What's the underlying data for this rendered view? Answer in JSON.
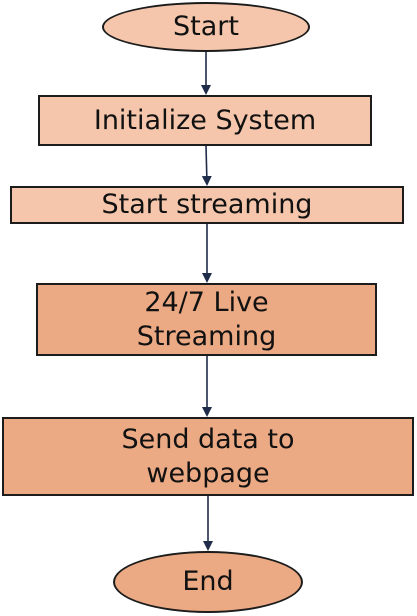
{
  "nodes": {
    "start": "Start",
    "initialize": "Initialize System",
    "start_streaming": "Start streaming",
    "live_streaming": "24/7 Live\nStreaming",
    "send_data": "Send data to\nwebpage",
    "end": "End"
  },
  "colors": {
    "terminal_light": "#f5c6ab",
    "process_light": "#f5c6ab",
    "process_mid": "#eba984",
    "terminal_mid": "#eba984",
    "border": "#1c1c1c",
    "arrow": "#1f2d4a"
  }
}
